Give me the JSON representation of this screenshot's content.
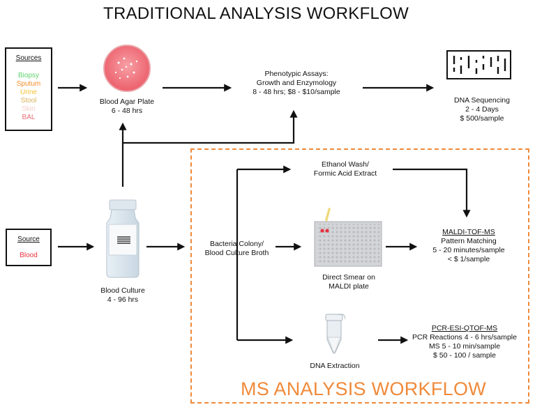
{
  "titles": {
    "traditional": "TRADITIONAL ANALYSIS WORKFLOW",
    "ms": "MS ANALYSIS WORKFLOW"
  },
  "sources_box": {
    "heading": "Sources",
    "items": [
      {
        "label": "Biopsy",
        "color": "#5fd36a"
      },
      {
        "label": "Sputum",
        "color": "#f28c28"
      },
      {
        "label": "Urine",
        "color": "#f2c12e"
      },
      {
        "label": "Stool",
        "color": "#d9b25a"
      },
      {
        "label": "Skin",
        "color": "#f4cfc8"
      },
      {
        "label": "BAL",
        "color": "#ef6d79"
      }
    ]
  },
  "source_box": {
    "heading": "Source",
    "item": {
      "label": "Blood",
      "color": "#e8323f"
    }
  },
  "blood_agar": {
    "line1": "Blood Agar Plate",
    "line2": "6 - 48 hrs"
  },
  "phenotypic": {
    "line1": "Phenotypic Assays:",
    "line2": "Growth and Enzymology",
    "line3": "8 - 48 hrs; $8 - $10/sample"
  },
  "dna_seq": {
    "line1": "DNA Sequencing",
    "line2": "2 - 4 Days",
    "line3": "$ 500/sample"
  },
  "blood_culture": {
    "line1": "Blood Culture",
    "line2": "4 - 96 hrs"
  },
  "ethanol": {
    "line1": "Ethanol Wash/",
    "line2": "Formic Acid Extract"
  },
  "bacteria": {
    "line1": "Bacteria Colony/",
    "line2": "Blood Culture Broth"
  },
  "smear": {
    "line1": "Direct Smear on",
    "line2": "MALDI plate"
  },
  "maldi": {
    "line1": "MALDI-TOF-MS",
    "line2": "Pattern Matching",
    "line3": "5 - 20 minutes/sample",
    "line4": "< $ 1/sample"
  },
  "dna_extraction": {
    "line1": "DNA Extraction"
  },
  "pcr": {
    "line1": "PCR-ESI-QTOF-MS",
    "line2": "PCR Reactions 4 - 6 hrs/sample",
    "line3": "MS 5 - 10 min/sample",
    "line4": "$ 50 - 100 / sample"
  },
  "colors": {
    "ms_accent": "#f08a3a",
    "agar": "#f0707a"
  }
}
